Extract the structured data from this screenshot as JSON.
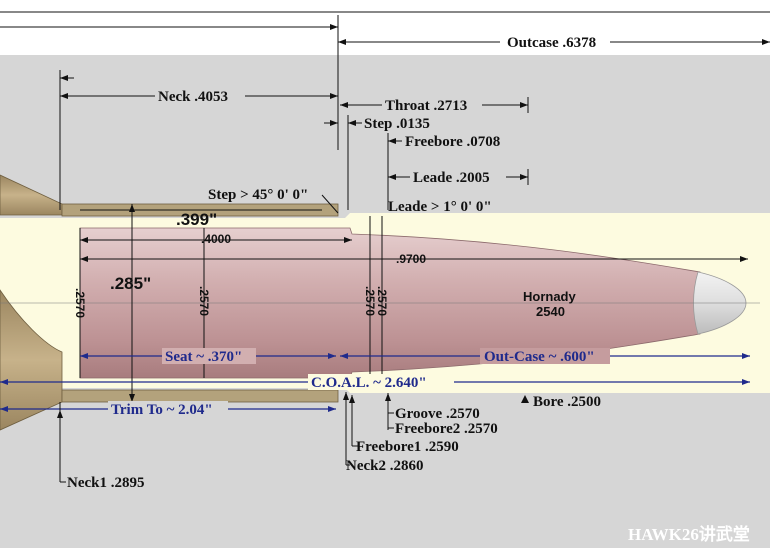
{
  "colors": {
    "background": "#d6d6d6",
    "bore": "#fdfbe0",
    "case_brass": "#b8a27a",
    "bullet": "#c9a3a4",
    "tip": "#e2e2e2",
    "dimension_blue": "#1f2a8c"
  },
  "labels": {
    "outcase": "Outcase .6378",
    "neck": "Neck  .4053",
    "throat": "Throat  .2713",
    "step": "Step  .0135",
    "freebore": "Freebore  .0708",
    "leade": "Leade  .2005",
    "step_angle": "Step > 45° 0' 0\"",
    "leade_angle": "Leade > 1° 0' 0\"",
    "neck_diameter": ".399\"",
    "bullet_seat_len": ".4000",
    "bullet_len": ".9700",
    "body_diameter": ".285\"",
    "dia_a": ".2570",
    "dia_b": ".2570",
    "dia_c": ".2570",
    "dia_d": ".2570",
    "bullet_name": "Hornady",
    "bullet_weight": "2540",
    "seat": "Seat ~ .370\"",
    "out_case": "Out-Case ~ .600\"",
    "coal": "C.O.A.L. ~ 2.640\"",
    "trim_to": "Trim To ~ 2.04\"",
    "bore": "Bore  .2500",
    "groove": "Groove  .2570",
    "freebore2": "Freebore2  .2570",
    "freebore1": "Freebore1  .2590",
    "neck2": "Neck2 .2860",
    "neck1": "Neck1 .2895",
    "watermark": "HAWK26讲武堂"
  }
}
